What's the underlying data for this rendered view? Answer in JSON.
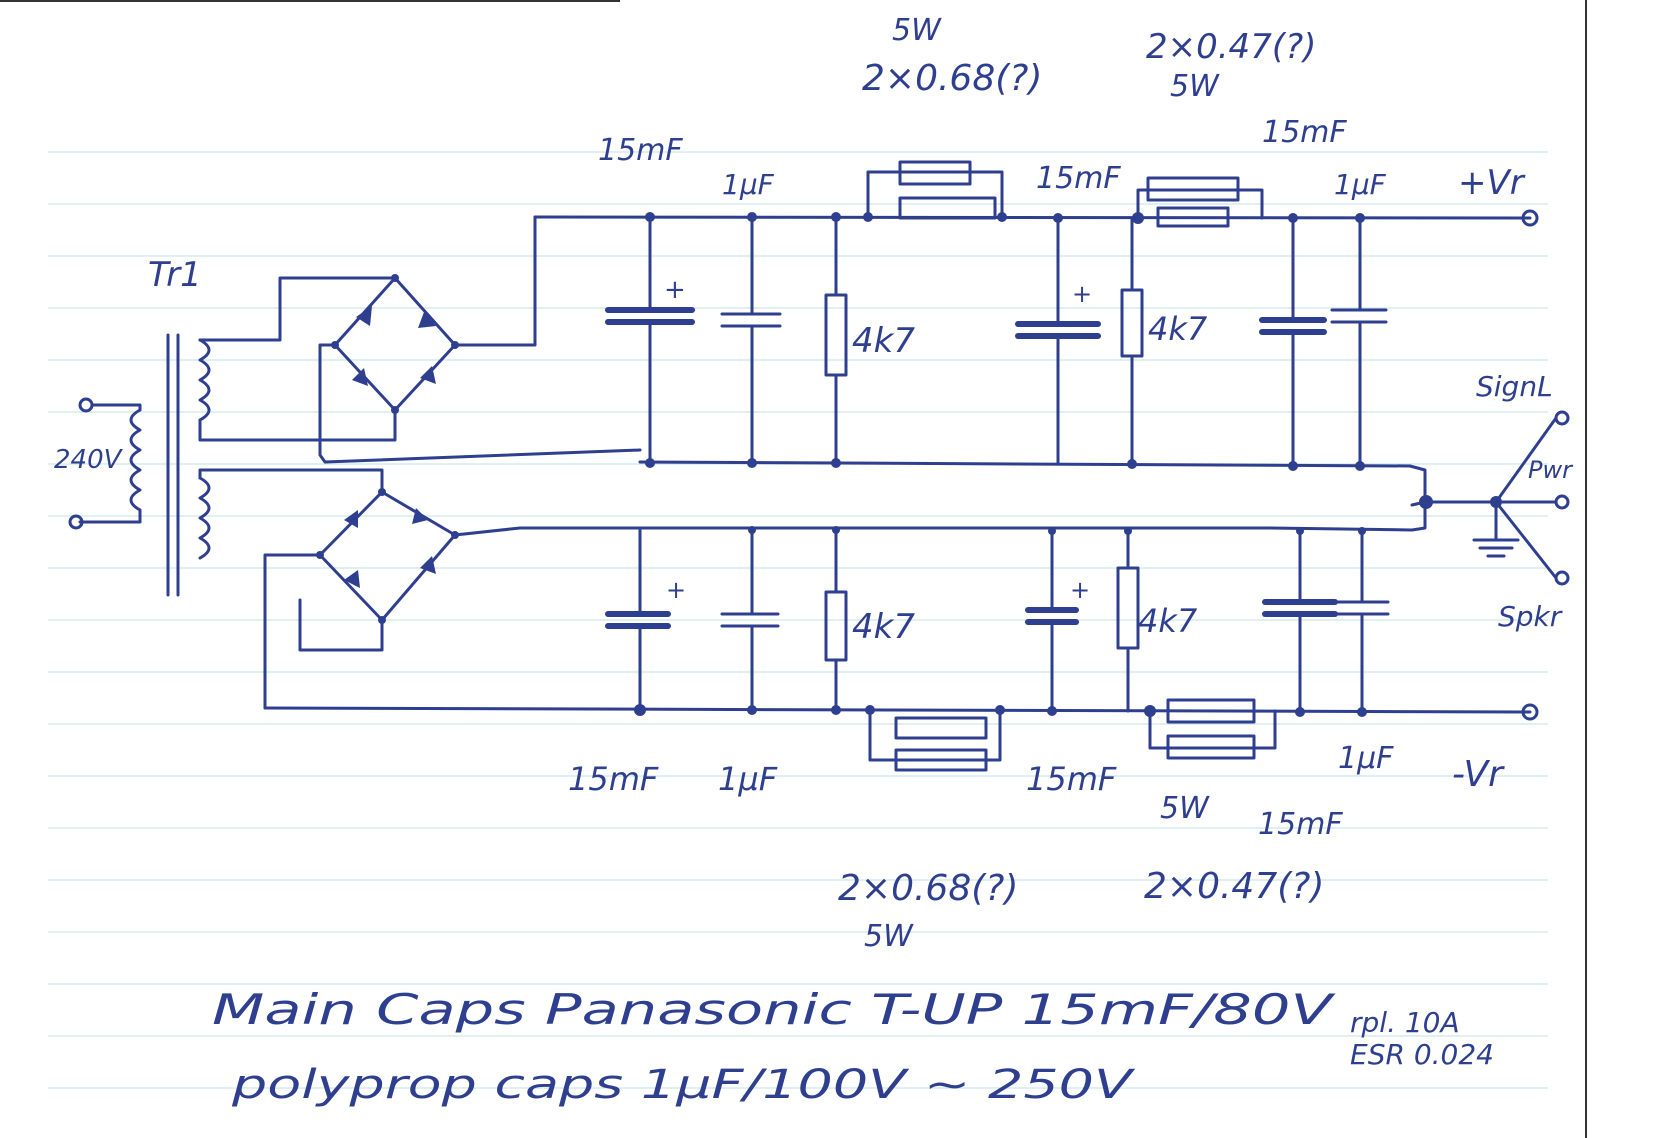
{
  "note_sheet": {
    "transformer": "Tr1",
    "mains_voltage": "240V",
    "top_rail": {
      "cap1": "15mF",
      "cap2": "1μF",
      "resistor1_value": "2×0.68(?)",
      "resistor1_power": "5W",
      "cap3": "15mF",
      "resistor2_value": "2×0.47(?)",
      "resistor2_power": "5W",
      "cap4": "15mF",
      "cap5": "1μF",
      "output": "+Vr"
    },
    "bleeder_resistors": [
      "4k7",
      "4k7",
      "4k7",
      "4k7"
    ],
    "ground_labels": {
      "signal": "SignL",
      "power": "Pwr",
      "speaker": "Spkr"
    },
    "bottom_rail": {
      "cap1": "15mF",
      "cap2": "1μF",
      "cap3": "15mF",
      "resistor2_power": "5W",
      "cap4": "15mF",
      "cap5": "1μF",
      "output": "-Vr",
      "resistor1_value": "2×0.68(?)",
      "resistor1_power": "5W",
      "resistor2_value": "2×0.47(?)"
    },
    "footnote_line1": "Main Caps  Panasonic  T-UP  15mF/80V",
    "footnote_line2": "polyprop caps   1μF/100V ~ 250V",
    "ripple_note": "rpl. 10A",
    "esr_note": "ESR 0.024"
  },
  "colors": {
    "ink": "#2f3f8f",
    "paper": "#ffffff",
    "ruling": "#c9e6e8"
  }
}
